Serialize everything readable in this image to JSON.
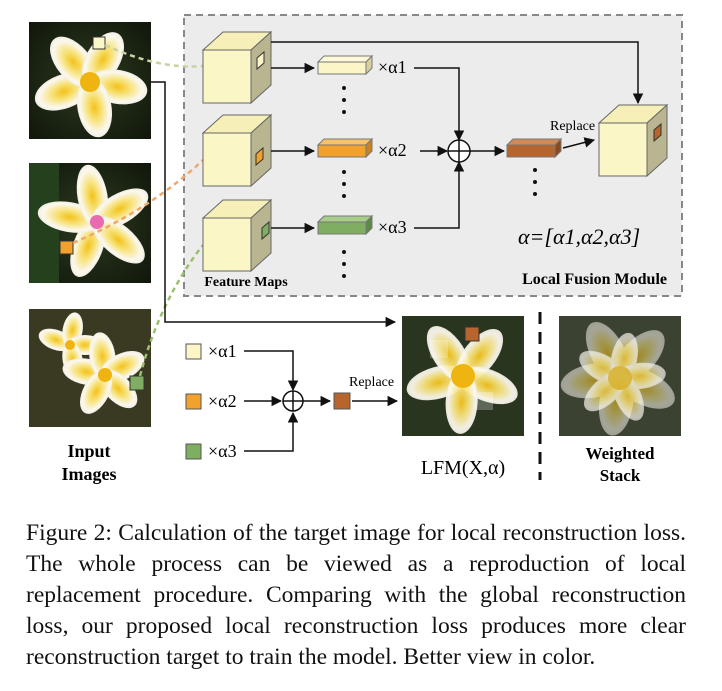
{
  "labels": {
    "input_images_line1": "Input",
    "input_images_line2": "Images",
    "feature_maps": "Feature Maps",
    "local_fusion_module": "Local Fusion Module",
    "replace_top": "Replace",
    "replace_bottom": "Replace",
    "lfm_output": "LFM(X,α)",
    "weighted_stack_line1": "Weighted",
    "weighted_stack_line2": "Stack",
    "alpha_vector": "α=[α1,α2,α3]",
    "multipliers": [
      "×α1",
      "×α2",
      "×α3"
    ]
  },
  "caption": "Figure 2: Calculation of the target image for local reconstruction loss. The whole process can be viewed as a reproduction of local replacement procedure. Comparing with the global reconstruction loss, our proposed local reconstruction loss produces more clear reconstruction target to train the model. Better view in color.",
  "colors": {
    "patch_1": "#fbf5c8",
    "patch_2": "#f2a12c",
    "patch_3": "#7fae62",
    "fused": "#b7652d",
    "cube": "#fbf6c6",
    "module_bg": "#ececec"
  }
}
